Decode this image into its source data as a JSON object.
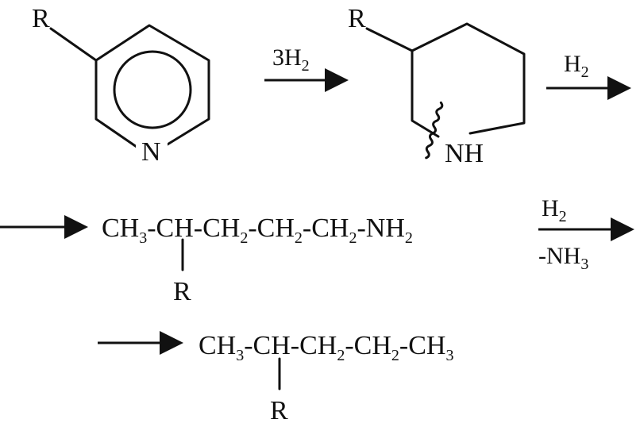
{
  "pyridine": {
    "substituent": "R",
    "ring_n": "N"
  },
  "step1": {
    "reagent_coef": "3H",
    "reagent_sub": "2"
  },
  "piperidine": {
    "substituent": "R",
    "ring_nh": "NH"
  },
  "step2": {
    "reagent": "H",
    "reagent_sub": "2"
  },
  "amine_chain": {
    "parts": [
      {
        "t": "CH"
      },
      {
        "s": "3"
      },
      {
        "t": "-CH-CH"
      },
      {
        "s": "2"
      },
      {
        "t": "-CH"
      },
      {
        "s": "2"
      },
      {
        "t": "-CH"
      },
      {
        "s": "2"
      },
      {
        "t": "-NH"
      },
      {
        "s": "2"
      }
    ],
    "branch": "R"
  },
  "step3": {
    "top": "H",
    "top_sub": "2",
    "bottom": "-NH",
    "bottom_sub": "3"
  },
  "alkane_chain": {
    "parts": [
      {
        "t": "CH"
      },
      {
        "s": "3"
      },
      {
        "t": "-CH-CH"
      },
      {
        "s": "2"
      },
      {
        "t": "-CH"
      },
      {
        "s": "2"
      },
      {
        "t": "-CH"
      },
      {
        "s": "3"
      }
    ],
    "branch": "R"
  }
}
